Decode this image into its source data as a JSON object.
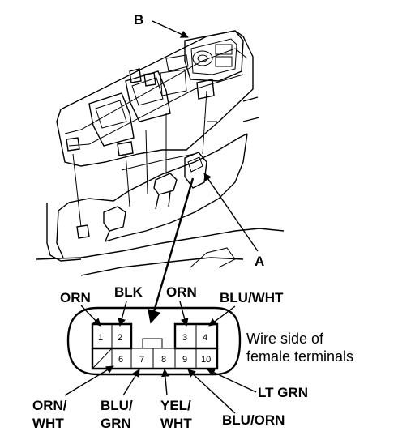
{
  "callouts": {
    "b": "B",
    "a": "A"
  },
  "connector": {
    "caption_line1": "Wire side of",
    "caption_line2": "female terminals",
    "pins": [
      "1",
      "2",
      "3",
      "4",
      "6",
      "7",
      "8",
      "9",
      "10"
    ]
  },
  "wires": {
    "orn_left": "ORN",
    "blk": "BLK",
    "orn_right": "ORN",
    "blu_wht": "BLU/WHT",
    "orn_wht_1": "ORN/",
    "orn_wht_2": "WHT",
    "blu_grn_1": "BLU/",
    "blu_grn_2": "GRN",
    "yel_wht_1": "YEL/",
    "yel_wht_2": "WHT",
    "lt_grn": "LT GRN",
    "blu_orn": "BLU/ORN"
  }
}
